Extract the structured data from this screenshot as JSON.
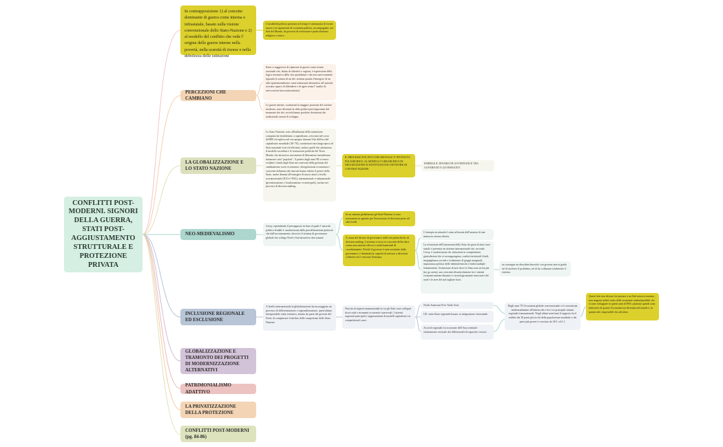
{
  "root": {
    "label": "CONFLITTI POST-MODERNI. SIGNORI DELLA GUERRA, STATI POST-AGGIUSTAMENTO STRUTTURALE E PROTEZIONE PRIVATA"
  },
  "branches": [
    {
      "id": "intro",
      "label": "In contrapposizione 1) al concetto dominante di guerra come interna o infrastatale, basato sulla visione convenzionale dello Stato-Nazione e 2) al modello del conflitto che vede l' origine delle guerre interne nella povertà, nella scarsità di risorse e nella debolezza delle istituzioni",
      "color": "#dcd02c",
      "children": [
        {
          "text": "L'instabilità politica protratta nel tempo è sintomatica di forme nuove e in espansione di economia politica, accompagnate, nel Sud del Mondo, da processi di esclusione e particolarismo religioso e etnico"
        }
      ]
    },
    {
      "id": "percezioni",
      "label": "PERCEZIONI CHE CAMBIANO",
      "color": "#f3d4b4",
      "children": [
        {
          "text": "Keen ci suggerisce di ripensare la guerra come evento razionale che, dotato di obiettivi e ragioni, è espressione della logica intrinseca della vita quotidiana e che non univocamente riguarda la rottura di un det. sistema quanto l'emergere di un altro (patrimonialismo come istituzione alternativa all' autorità sovrana capace di difendersi e di agire senza l' ausilio di un'eccessiva burocratizzazione)"
        },
        {
          "text": "Le guerre interne, costituenti la maggior porzione del warfare moderno, sono divenute la sfida politica più importante dal momento che det. società hanno prodotte deviazioni dai tradizionali canoni di sviluppo"
        }
      ]
    },
    {
      "id": "globalizzazione",
      "label": "LA GLOBALIZZAZIONE E LO STATO NAZIONE",
      "color": "#dde0bd",
      "children": [
        {
          "text": "Lo Stato Nazione, nato all'indomani della transizione compiuta da feudalesimo a capitalismo, cresciuto nel corso del'800 ed esploso nel suo apogeo durante l'età dell'oro del capitalismo mondiale ('40-'70), caratterizzò una lunga epoca di Stati nazionali forti ed efficienti, inclusi quelli che adottarono il modello socialista e le formazioni politiche del Terzo Mondo che attraverso movimenti di liberazione intendevano instaurare stati \"popolari\". A partire dagli anni '80 si resero evidenti i limiti degli Stati nei confronti della gestione del cambiamento socio-economico: deregolazione economica e crescente influenza dei mercati hanno ridotto il potere dello Stato, anche dinanzi all'emergere di nuovi attori a livello sovranazionale (IGO e ONG), internazionale e subnazionale (privatizzazione e localizzazione vs metropoli), inclusi nei processi di decision making"
        },
        {
          "text": "IL PROCESSO POLITICO DECISIONALE E' DIVENUTO POLIARCHICO: AL MODELLO GERARCHICO DI NEGOZIAZIONE SI SOSTITUISCONO NETWORK DI CONTRATTAZIONE"
        },
        {
          "text": "EMERGE IL DIVARIO DI GOVERNANCE TRA GOVERNATI E GOVERNANTI"
        }
      ]
    },
    {
      "id": "neomedievalismo",
      "label": "NEO-MEDIEVALISMO",
      "color": "#acd6ce",
      "children": [
        {
          "text": "Cerny, riprendendo il presupposto in base al quale l' autorità politica feudale è caratterizzata dalla parcellizzazione piuttosto che dall'accentramento, descrive il sistema di governance globale che collega Nord e Sud attraverso due assunti:"
        },
        {
          "text": "In un sistema globalizzato gli Stati-Nazione si sono trasformati in agenzie per l'esecuzione di decisioni prese ad altri livelli"
        },
        {
          "text": "A causa del divario di governance nelle reti poliarchiche di decision making, il sistema si trova in crescente difficoltà a creare meccanismi efficaci e multifunzionali di coordinamento. Poiché il governo è stato sostituito dalla governance, è diminuita la capacità di arrivare a decisioni collettive ed è cresciuta l'entropia."
        },
        {
          "text": "L'entropia strutturale è stata rafforzata dall'assenza di una minaccia esterna diretta."
        },
        {
          "text": "La restrizione dell'autonomia dello Stato da parte di attori non statali ci presenta un sistema internazionale che, secondo Cerny, è caratterizzato da: istituzioni in competizione, giurisdizioni che si sovrappongono, confini territoriali fluidi, ineguaglianza sociale e isolamento di gruppi marginali, importanza politica delle identità/etnicità e lealtà multiple frammentate, l'estensione di aree dove lo Stato non arriva più (no go areas), una crescente disarticolazione fra i sistemi economicamente dinamici e tecnologicamente innovativi del nord e le aree del sud tagliate fuori."
        },
        {
          "text": "ne consegue un disordine durevole con governi non in grado né di risolvere il problema, né di far collassare totalmente il sistema"
        }
      ]
    },
    {
      "id": "inclusione",
      "label": "INCLUSIONE REGIONALE ED ESCLUSIONE",
      "color": "#b7c5d6",
      "children": [
        {
          "text": "A livello internazionale la globalizzazione ha incoraggiato un processo di differenziazione e regionalizzazione, quest'ultima interpretabile come tentativo, attuato da parte dei governi del Nord, di compensare il declino delle competenze dello Stato Nazione"
        },
        {
          "text": "Nascita di regioni transnazionali in cui gli Stati sono collegati da accordi e strumenti economici trasversali. I sistemi regionali principali ( rappresentanti di modelli capitalistici in competizione) sono:"
        },
        {
          "text": "North American Free Trade Area"
        },
        {
          "text": "UE: semi-Stato regionale basato su integrazione orizzontale"
        },
        {
          "text": "Accordi regionali fra economie dell'Asia orientale: sfruttamento verticale dei differenziali di capacità e risorse"
        },
        {
          "text": "Dagli anni '70 l'economia globale convenzionale si è concentrata tendenzialmente all'interno dei e fra i tre principali sistemi regionali transnazionali. Negli ultimi trent'anni il rapporto fra il reddito dei 30 paesi più ricchi della popolazione mondiale e dei paesi più poveri è cresciuto da 30:1 a 61:1."
        },
        {
          "text": "Questi dati non devono far pensare a un Sud senza economia , non tengono infatti conto delle economie ombra/parallele che si sono sviluppate in questi anni di PAS; piuttosto quindi sono indicative di quanto l'economia sia diventata informale e, in quanto tale, impossibile da calcolare."
        }
      ]
    },
    {
      "id": "tramonto",
      "label": "GLOBALIZZAZIONE E TRAMONTO DEI PROGETTI DI MODERNIZZAZIONE ALTERNATIVI",
      "color": "#d3c3d8"
    },
    {
      "id": "patrimonialismo",
      "label": "PATRIMONIALISMO ADATTIVO",
      "color": "#ecc3c1"
    },
    {
      "id": "privatizzazione",
      "label": "LA PRIVATIZZAZIONE DELLA PROTEZIONE",
      "color": "#f3d4b4"
    },
    {
      "id": "conflitti",
      "label": "CONFLITTI POST-MODERNI (pg. 84-86)",
      "color": "#dde3bd"
    }
  ]
}
